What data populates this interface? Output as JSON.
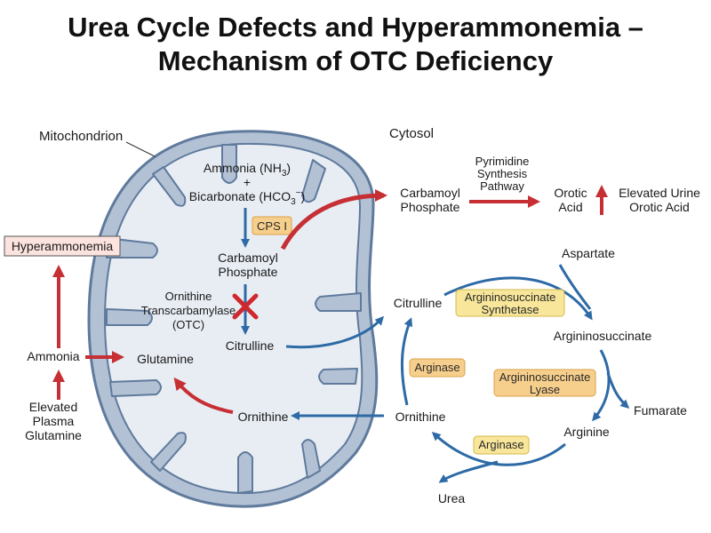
{
  "title": {
    "line1": "Urea Cycle Defects and Hyperammonemia –",
    "line2": "Mechanism of OTC Deficiency"
  },
  "compartments": {
    "mitochondrion": "Mitochondrion",
    "cytosol": "Cytosol"
  },
  "mito": {
    "ammonia": "Ammonia (NH",
    "ammonia_sub": "3",
    "ammonia_end": ")",
    "plus": "+",
    "bicarbonate": "Bicarbonate (HCO",
    "bicarbonate_sub": "3",
    "bicarbonate_sup": "−",
    "bicarbonate_end": ")",
    "cps": "CPS I",
    "carbamoyl_line1": "Carbamoyl",
    "carbamoyl_line2": "Phosphate",
    "otc_line1": "Ornithine",
    "otc_line2": "Transcarbamylase",
    "otc_line3": "(OTC)",
    "citrulline": "Citrulline",
    "ornithine": "Ornithine",
    "glutamine": "Glutamine"
  },
  "left": {
    "hyperammonemia": "Hyperammonemia",
    "ammonia": "Ammonia",
    "elevated_line1": "Elevated",
    "elevated_line2": "Plasma",
    "elevated_line3": "Glutamine"
  },
  "cytosol": {
    "carbamoyl_line1": "Carbamoyl",
    "carbamoyl_line2": "Phosphate",
    "pyrimidine_line1": "Pyrimidine",
    "pyrimidine_line2": "Synthesis",
    "pyrimidine_line3": "Pathway",
    "orotic_line1": "Orotic",
    "orotic_line2": "Acid",
    "urine_line1": "Elevated Urine",
    "urine_line2": "Orotic Acid",
    "aspartate": "Aspartate",
    "ass_line1": "Argininosuccinate",
    "ass_line2": "Synthetase",
    "citrulline": "Citrulline",
    "argininosuccinate": "Argininosuccinate",
    "arginase_left": "Arginase",
    "asl_line1": "Argininosuccinate",
    "asl_line2": "Lyase",
    "fumarate": "Fumarate",
    "ornithine": "Ornithine",
    "arginine": "Arginine",
    "arginase_bottom": "Arginase",
    "urea": "Urea"
  },
  "colors": {
    "membrane_outer": "#5f7a9c",
    "membrane_fill": "#b3c1d4",
    "matrix_fill": "#e8edf4",
    "blue_arrow": "#2d6aa6",
    "red_arrow": "#c62f34",
    "enzyme_box": "#f7cf8c",
    "enzyme_box_yellow": "#f8e79a",
    "hyper_box": "#fbe3df"
  }
}
